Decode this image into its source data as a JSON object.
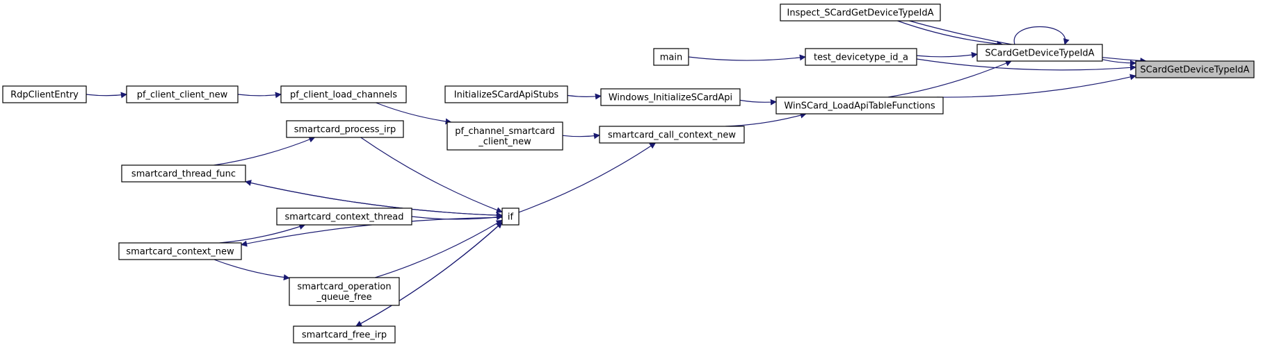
{
  "colors": {
    "edge": "#191970",
    "node_border": "#000000",
    "focus_fill": "#bfbfbf",
    "background": "#ffffff"
  },
  "nodes": [
    {
      "id": "focus",
      "lines": [
        "SCardGetDeviceTypeIdA"
      ],
      "focus": true
    },
    {
      "id": "inspect",
      "lines": [
        "Inspect_SCardGetDeviceTypeIdA"
      ]
    },
    {
      "id": "scard_impl",
      "lines": [
        "SCardGetDeviceTypeIdA"
      ]
    },
    {
      "id": "main",
      "lines": [
        "main"
      ]
    },
    {
      "id": "test_devicetype",
      "lines": [
        "test_devicetype_id_a"
      ]
    },
    {
      "id": "init_stubs",
      "lines": [
        "InitializeSCardApiStubs"
      ]
    },
    {
      "id": "win_init",
      "lines": [
        "Windows_InitializeSCardApi"
      ]
    },
    {
      "id": "winscard_load",
      "lines": [
        "WinSCard_LoadApiTableFunctions"
      ]
    },
    {
      "id": "rdp_entry",
      "lines": [
        "RdpClientEntry"
      ]
    },
    {
      "id": "pf_client_new",
      "lines": [
        "pf_client_client_new"
      ]
    },
    {
      "id": "pf_load_channels",
      "lines": [
        "pf_client_load_channels"
      ]
    },
    {
      "id": "pf_channel_sc",
      "lines": [
        "pf_channel_smartcard",
        "_client_new"
      ]
    },
    {
      "id": "call_ctx_new",
      "lines": [
        "smartcard_call_context_new"
      ]
    },
    {
      "id": "process_irp",
      "lines": [
        "smartcard_process_irp"
      ]
    },
    {
      "id": "thread_func",
      "lines": [
        "smartcard_thread_func"
      ]
    },
    {
      "id": "ctx_thread",
      "lines": [
        "smartcard_context_thread"
      ]
    },
    {
      "id": "if_node",
      "lines": [
        "if"
      ]
    },
    {
      "id": "ctx_new",
      "lines": [
        "smartcard_context_new"
      ]
    },
    {
      "id": "op_queue_free",
      "lines": [
        "smartcard_operation",
        "_queue_free"
      ]
    },
    {
      "id": "free_irp",
      "lines": [
        "smartcard_free_irp"
      ]
    }
  ],
  "edges": [
    {
      "from": "inspect",
      "to": "focus"
    },
    {
      "from": "inspect",
      "to": "scard_impl"
    },
    {
      "from": "scard_impl",
      "to": "scard_impl"
    },
    {
      "from": "scard_impl",
      "to": "focus"
    },
    {
      "from": "main",
      "to": "test_devicetype"
    },
    {
      "from": "test_devicetype",
      "to": "scard_impl"
    },
    {
      "from": "test_devicetype",
      "to": "focus"
    },
    {
      "from": "init_stubs",
      "to": "win_init"
    },
    {
      "from": "win_init",
      "to": "winscard_load"
    },
    {
      "from": "winscard_load",
      "to": "scard_impl"
    },
    {
      "from": "winscard_load",
      "to": "focus"
    },
    {
      "from": "rdp_entry",
      "to": "pf_client_new"
    },
    {
      "from": "pf_client_new",
      "to": "pf_load_channels"
    },
    {
      "from": "pf_load_channels",
      "to": "pf_channel_sc"
    },
    {
      "from": "pf_channel_sc",
      "to": "call_ctx_new"
    },
    {
      "from": "call_ctx_new",
      "to": "winscard_load"
    },
    {
      "from": "if_node",
      "to": "call_ctx_new"
    },
    {
      "from": "process_irp",
      "to": "if_node"
    },
    {
      "from": "thread_func",
      "to": "process_irp"
    },
    {
      "from": "thread_func",
      "to": "if_node"
    },
    {
      "from": "if_node",
      "to": "thread_func"
    },
    {
      "from": "ctx_thread",
      "to": "if_node"
    },
    {
      "from": "ctx_new",
      "to": "ctx_thread"
    },
    {
      "from": "ctx_new",
      "to": "op_queue_free"
    },
    {
      "from": "if_node",
      "to": "ctx_new"
    },
    {
      "from": "op_queue_free",
      "to": "if_node"
    },
    {
      "from": "free_irp",
      "to": "if_node"
    },
    {
      "from": "if_node",
      "to": "free_irp"
    }
  ]
}
